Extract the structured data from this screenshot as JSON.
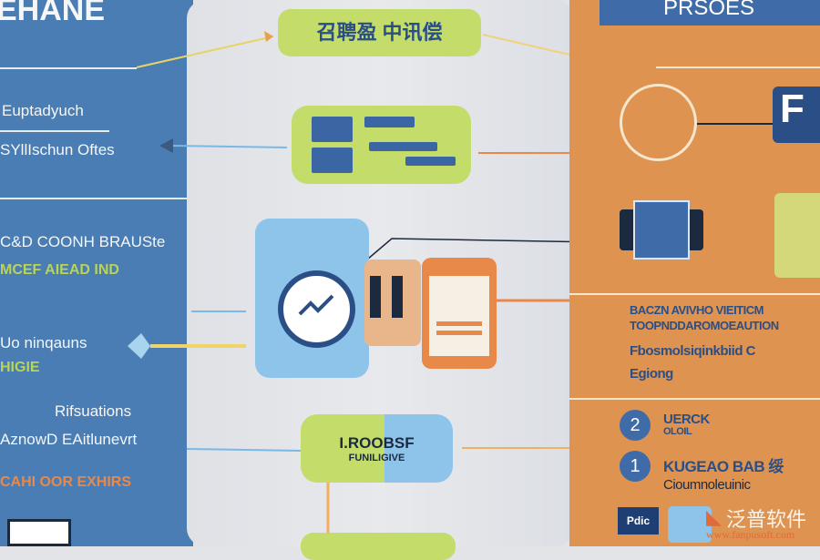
{
  "left": {
    "title": "EHANE",
    "items": [
      {
        "text": "Euptadyuch"
      },
      {
        "text": "SYllIschun Oftes"
      },
      {
        "text": "C&D COONH BRAUSte"
      },
      {
        "text": "MCEF AIEAD IND"
      },
      {
        "text": "Uo ninqauns"
      },
      {
        "text": "HIGIE"
      },
      {
        "text": "Rifsuations"
      },
      {
        "text": "AznowD EAitlunevrt"
      },
      {
        "text": "CAHI OOR EXHIRS"
      }
    ]
  },
  "center": {
    "top_label": "召聘盈 中讯偿",
    "bottom_line1": "I.ROOBSF",
    "bottom_line2": "FUNILIGIVE"
  },
  "right": {
    "title": "PRSOES",
    "box_letter": "F",
    "block1": [
      "BACZN AVIVHO VIEITICM",
      "TOOPNDDAROMOEAUTION",
      "Fbosmolsiqinkbiid C",
      "Egiong"
    ],
    "steps": [
      {
        "num": "2",
        "line1": "UERCK",
        "line2": "OLOIL"
      },
      {
        "num": "1",
        "line1": "KUGEAO BAB 绥",
        "line2": "Cioumnoleuinic"
      }
    ],
    "tag": "Pdic"
  },
  "watermark": {
    "brand": "泛普软件",
    "url": "www.fanpusoft.com"
  },
  "colors": {
    "blue": "#4a7db3",
    "orange": "#df9350",
    "green": "#c3dc6a",
    "light_blue": "#8fc4ea",
    "navy": "#2a4f86"
  }
}
